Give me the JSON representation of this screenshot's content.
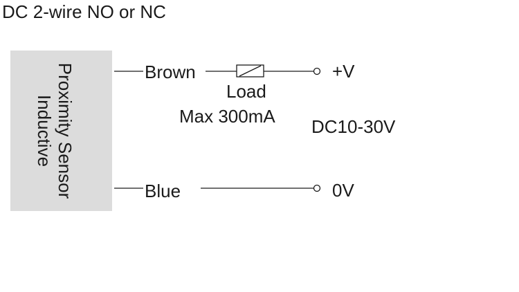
{
  "title": "DC 2-wire NO or NC",
  "sensor": {
    "line1": "Proximity Sensor",
    "line2": "Inductive",
    "fill_color": "#dcdcdc"
  },
  "wires": {
    "brown": "Brown",
    "blue": "Blue"
  },
  "load": {
    "label": "Load",
    "rating": "Max 300mA"
  },
  "supply": {
    "positive": "+V",
    "negative": "0V",
    "voltage_range": "DC10-30V"
  }
}
